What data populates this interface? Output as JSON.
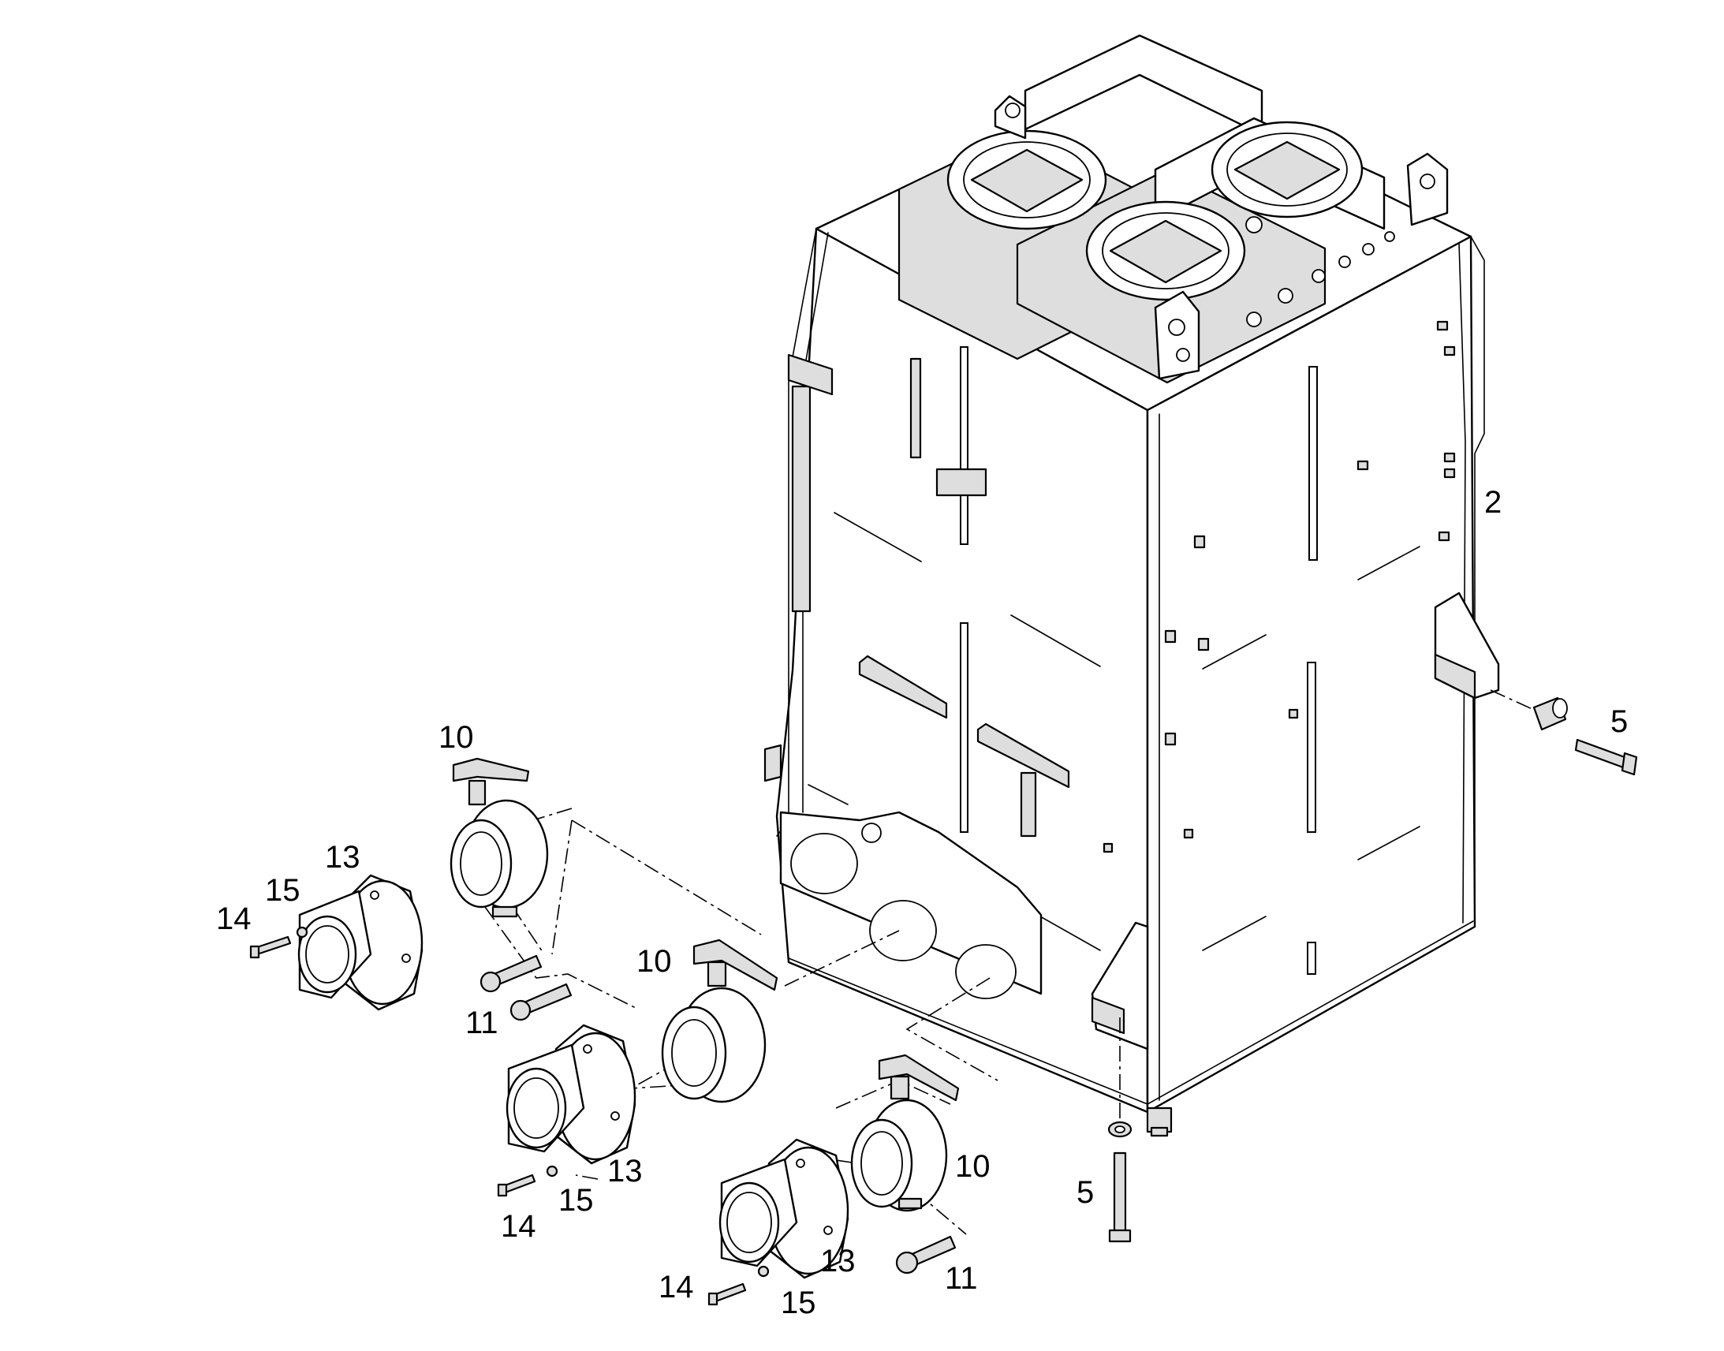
{
  "callouts": {
    "c2": "2",
    "c5a": "5",
    "c5b": "5",
    "c10a": "10",
    "c10b": "10",
    "c10c": "10",
    "c11a": "11",
    "c11b": "11",
    "c13a": "13",
    "c13b": "13",
    "c13c": "13",
    "c14a": "14",
    "c14b": "14",
    "c14c": "14",
    "c15a": "15",
    "c15b": "15",
    "c15c": "15"
  }
}
